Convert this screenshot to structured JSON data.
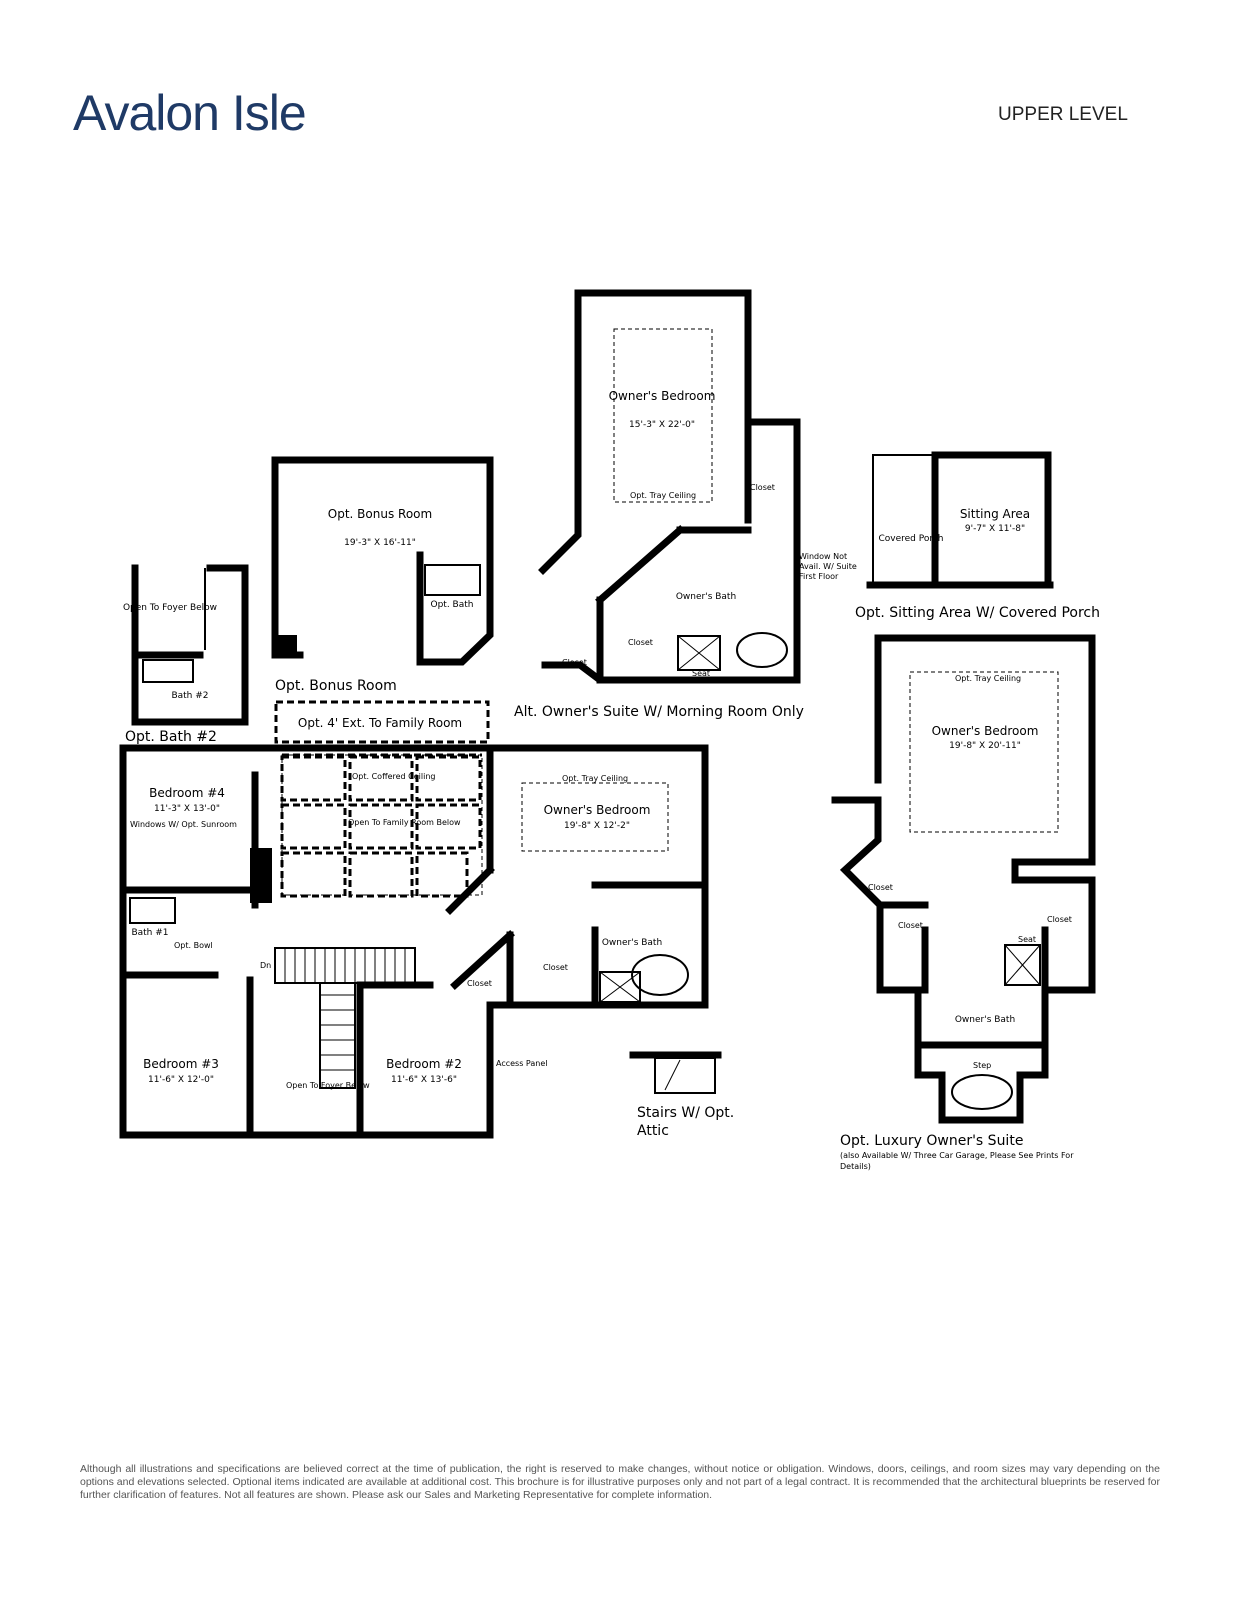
{
  "header": {
    "title": "Avalon Isle",
    "level": "UPPER LEVEL"
  },
  "main_plan": {
    "rooms": [
      {
        "name": "Bedroom #4",
        "size": "11'-3\" X 13'-0\""
      },
      {
        "name": "Bedroom #3",
        "size": "11'-6\" X 12'-0\""
      },
      {
        "name": "Bedroom #2",
        "size": "11'-6\" X 13'-6\""
      },
      {
        "name": "Owner's Bedroom",
        "size": "19'-8\" X 12'-2\""
      }
    ],
    "notes": {
      "windows": "Windows W/ Opt. Sunroom",
      "bath1": "Bath #1",
      "opt_bowl": "Opt. Bowl",
      "coffered": "Opt. Coffered Ceiling",
      "open_family": "Open To Family Room Below",
      "tray": "Opt. Tray Ceiling",
      "owners_bath": "Owner's Bath",
      "closet": "Closet",
      "dn": "Dn",
      "open_foyer": "Open To Foyer Below",
      "access_panel": "Access Panel",
      "ext": "Opt. 4' Ext. To Family Room"
    }
  },
  "bath2_option": {
    "caption": "Opt. Bath #2",
    "open_foyer": "Open To Foyer Below",
    "bath": "Bath #2"
  },
  "bonus_option": {
    "caption": "Opt. Bonus Room",
    "room": "Opt. Bonus Room",
    "size": "19'-3\" X 16'-11\"",
    "bath": "Opt. Bath"
  },
  "alt_suite": {
    "caption": "Alt. Owner's Suite W/ Morning Room Only",
    "room": "Owner's Bedroom",
    "size": "15'-3\" X 22'-0\"",
    "tray": "Opt. Tray Ceiling",
    "closet": "Closet",
    "bath": "Owner's Bath",
    "seat": "Seat",
    "window_note": "Window Not Avail. W/ Suite First Floor"
  },
  "sitting_option": {
    "caption": "Opt. Sitting Area W/ Covered Porch",
    "room": "Sitting Area",
    "size": "9'-7\" X 11'-8\"",
    "porch": "Covered Porch"
  },
  "luxury_suite": {
    "caption": "Opt. Luxury Owner's Suite",
    "caption_note": "(also Available W/ Three Car Garage, Please See Prints For Details)",
    "room": "Owner's Bedroom",
    "size": "19'-8\" X 20'-11\"",
    "tray": "Opt. Tray Ceiling",
    "closet": "Closet",
    "bath": "Owner's Bath",
    "seat": "Seat",
    "step": "Step"
  },
  "stairs_option": {
    "caption_line1": "Stairs W/ Opt.",
    "caption_line2": "Attic"
  },
  "footer": {
    "disclaimer": "Although all illustrations and specifications are believed correct at the time of publication, the right is reserved to make changes, without notice or obligation. Windows, doors, ceilings, and room sizes may vary depending on the options and elevations selected. Optional items indicated are available at additional cost. This brochure is for illustrative purposes only and not part of a legal contract. It is recommended that the architectural blueprints be reserved for further clarification of features. Not all features are shown. Please ask our Sales and Marketing Representative for complete information."
  }
}
